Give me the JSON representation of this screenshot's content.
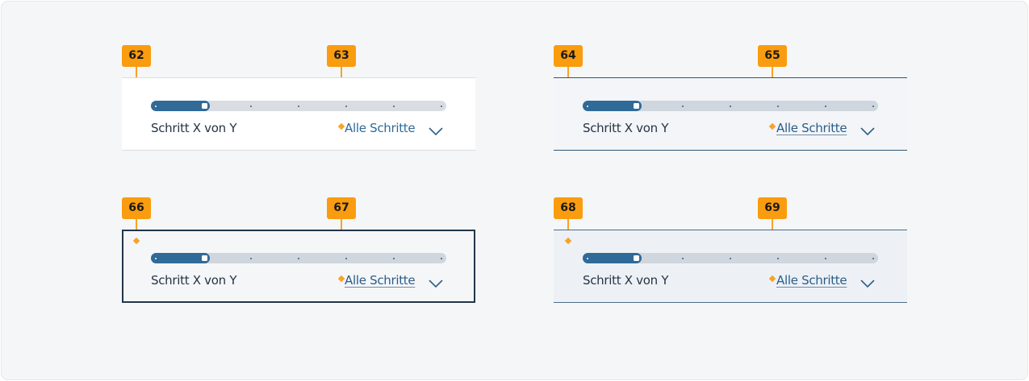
{
  "colors": {
    "accent": "#2f6a99",
    "badge": "#fa9c0f",
    "text": "#263445",
    "track": "#d9dde2"
  },
  "variants": [
    {
      "id": "v1",
      "badges": {
        "container": "62",
        "link": "63"
      },
      "step_label": "Schritt X von Y",
      "link_label": "Alle Schritte",
      "chevron_icon": "chevron-down-icon",
      "link_underlined": false
    },
    {
      "id": "v2",
      "badges": {
        "container": "64",
        "link": "65"
      },
      "step_label": "Schritt X von Y",
      "link_label": "Alle Schritte",
      "chevron_icon": "chevron-down-icon",
      "link_underlined": true
    },
    {
      "id": "v3",
      "badges": {
        "container": "66",
        "link": "67"
      },
      "step_label": "Schritt X von Y",
      "link_label": "Alle Schritte",
      "chevron_icon": "chevron-down-icon",
      "link_underlined": true
    },
    {
      "id": "v4",
      "badges": {
        "container": "68",
        "link": "69"
      },
      "step_label": "Schritt X von Y",
      "link_label": "Alle Schritte",
      "chevron_icon": "chevron-down-icon",
      "link_underlined": true
    }
  ]
}
